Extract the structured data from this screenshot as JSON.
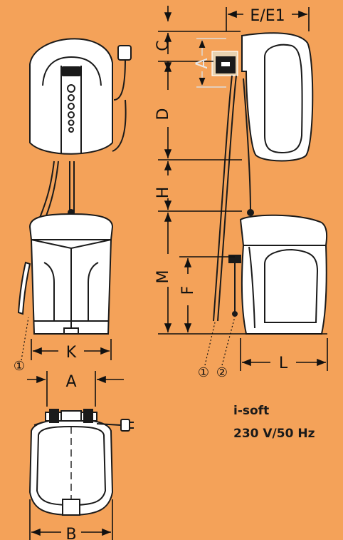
{
  "product": {
    "model": "i-soft",
    "power": "230 V/50 Hz"
  },
  "dimensions": {
    "A": "A",
    "B": "B",
    "C": "C",
    "D": "D",
    "E": "E/E1",
    "F": "F",
    "H": "H",
    "K": "K",
    "L": "L",
    "M": "M"
  },
  "callouts": {
    "c1": "①",
    "c2": "②"
  },
  "colors": {
    "background": "#f4a259",
    "unit_fill": "#ffffff",
    "line": "#1a1a1a"
  }
}
